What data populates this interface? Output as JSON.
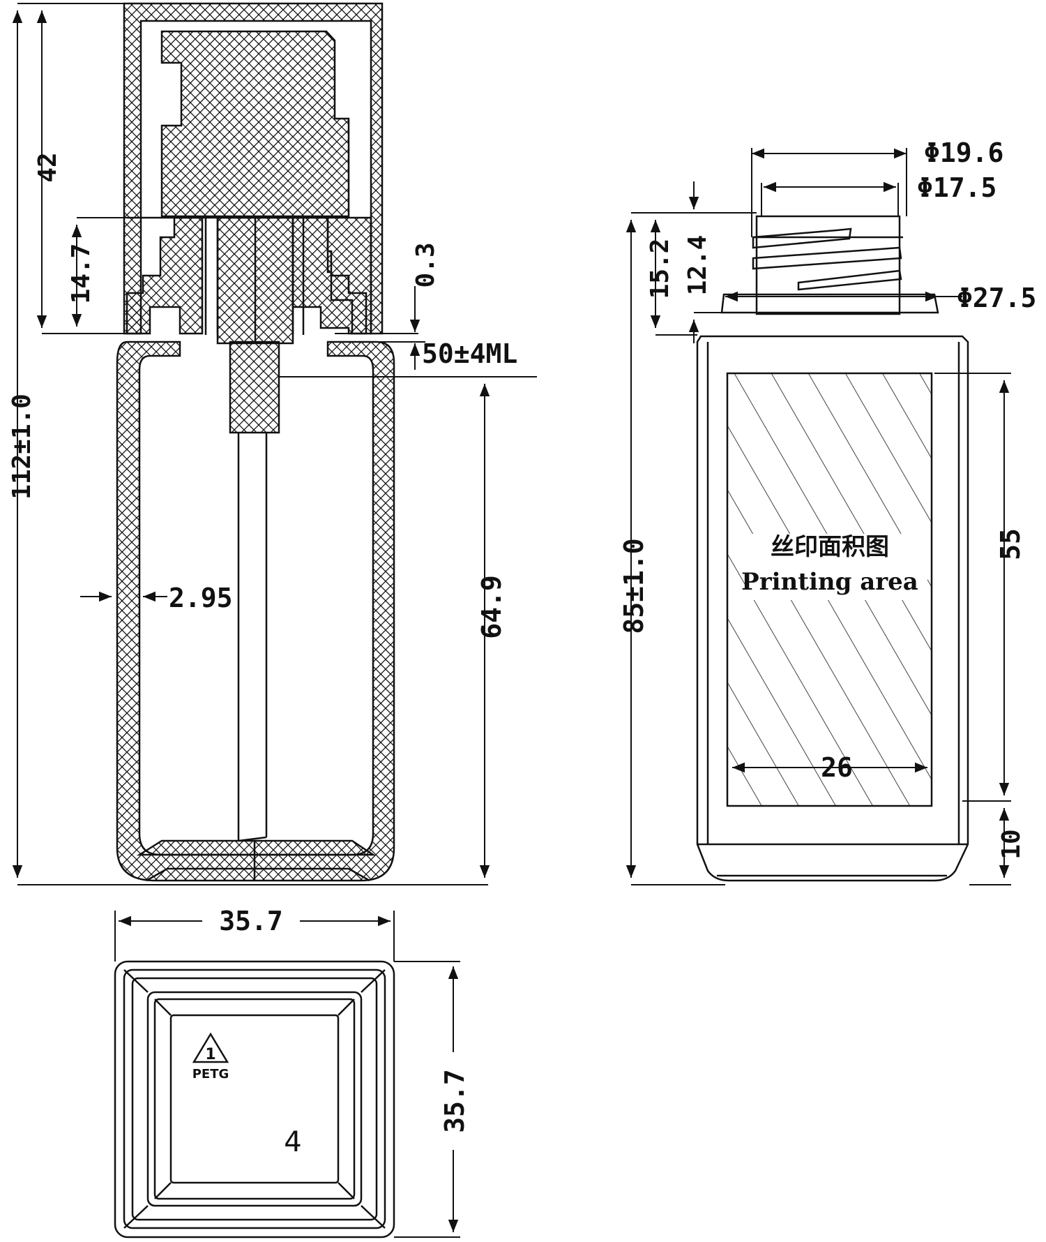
{
  "dimensions": {
    "overall_height": "112±1.0",
    "cap_height": "42",
    "neck_insert": "14.7",
    "gap": "0.3",
    "capacity": "50±4ML",
    "wall_thickness": "2.95",
    "tube_length": "64.9",
    "body_height": "85±1.0",
    "neck_height": "15.2",
    "thread_height": "12.4",
    "thread_outer_dia": "Φ19.6",
    "thread_inner_dia": "Φ17.5",
    "shoulder_dia": "Φ27.5",
    "print_height": "55",
    "print_bottom_offset": "10",
    "print_width": "26",
    "base_width": "35.7",
    "base_depth": "35.7"
  },
  "printing_area": {
    "label_cn": "丝印面积图",
    "label_en": "Printing area"
  },
  "base_marks": {
    "recycle_number": "1",
    "material": "PETG",
    "mold_number": "4"
  },
  "colors": {
    "line": "#111111",
    "background": "#ffffff"
  }
}
